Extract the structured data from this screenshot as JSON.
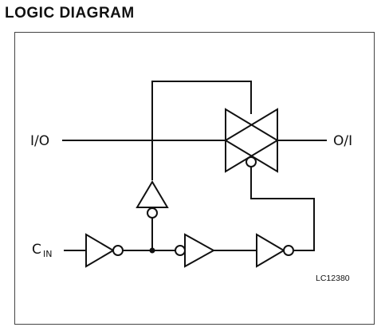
{
  "title": "LOGIC DIAGRAM",
  "labels": {
    "io": "I/O",
    "oi": "O/I",
    "cin_main": "C",
    "cin_sub": "IN",
    "ref": "LC12380"
  },
  "colors": {
    "line": "#111111",
    "frame": "#444444",
    "background": "#ffffff"
  }
}
